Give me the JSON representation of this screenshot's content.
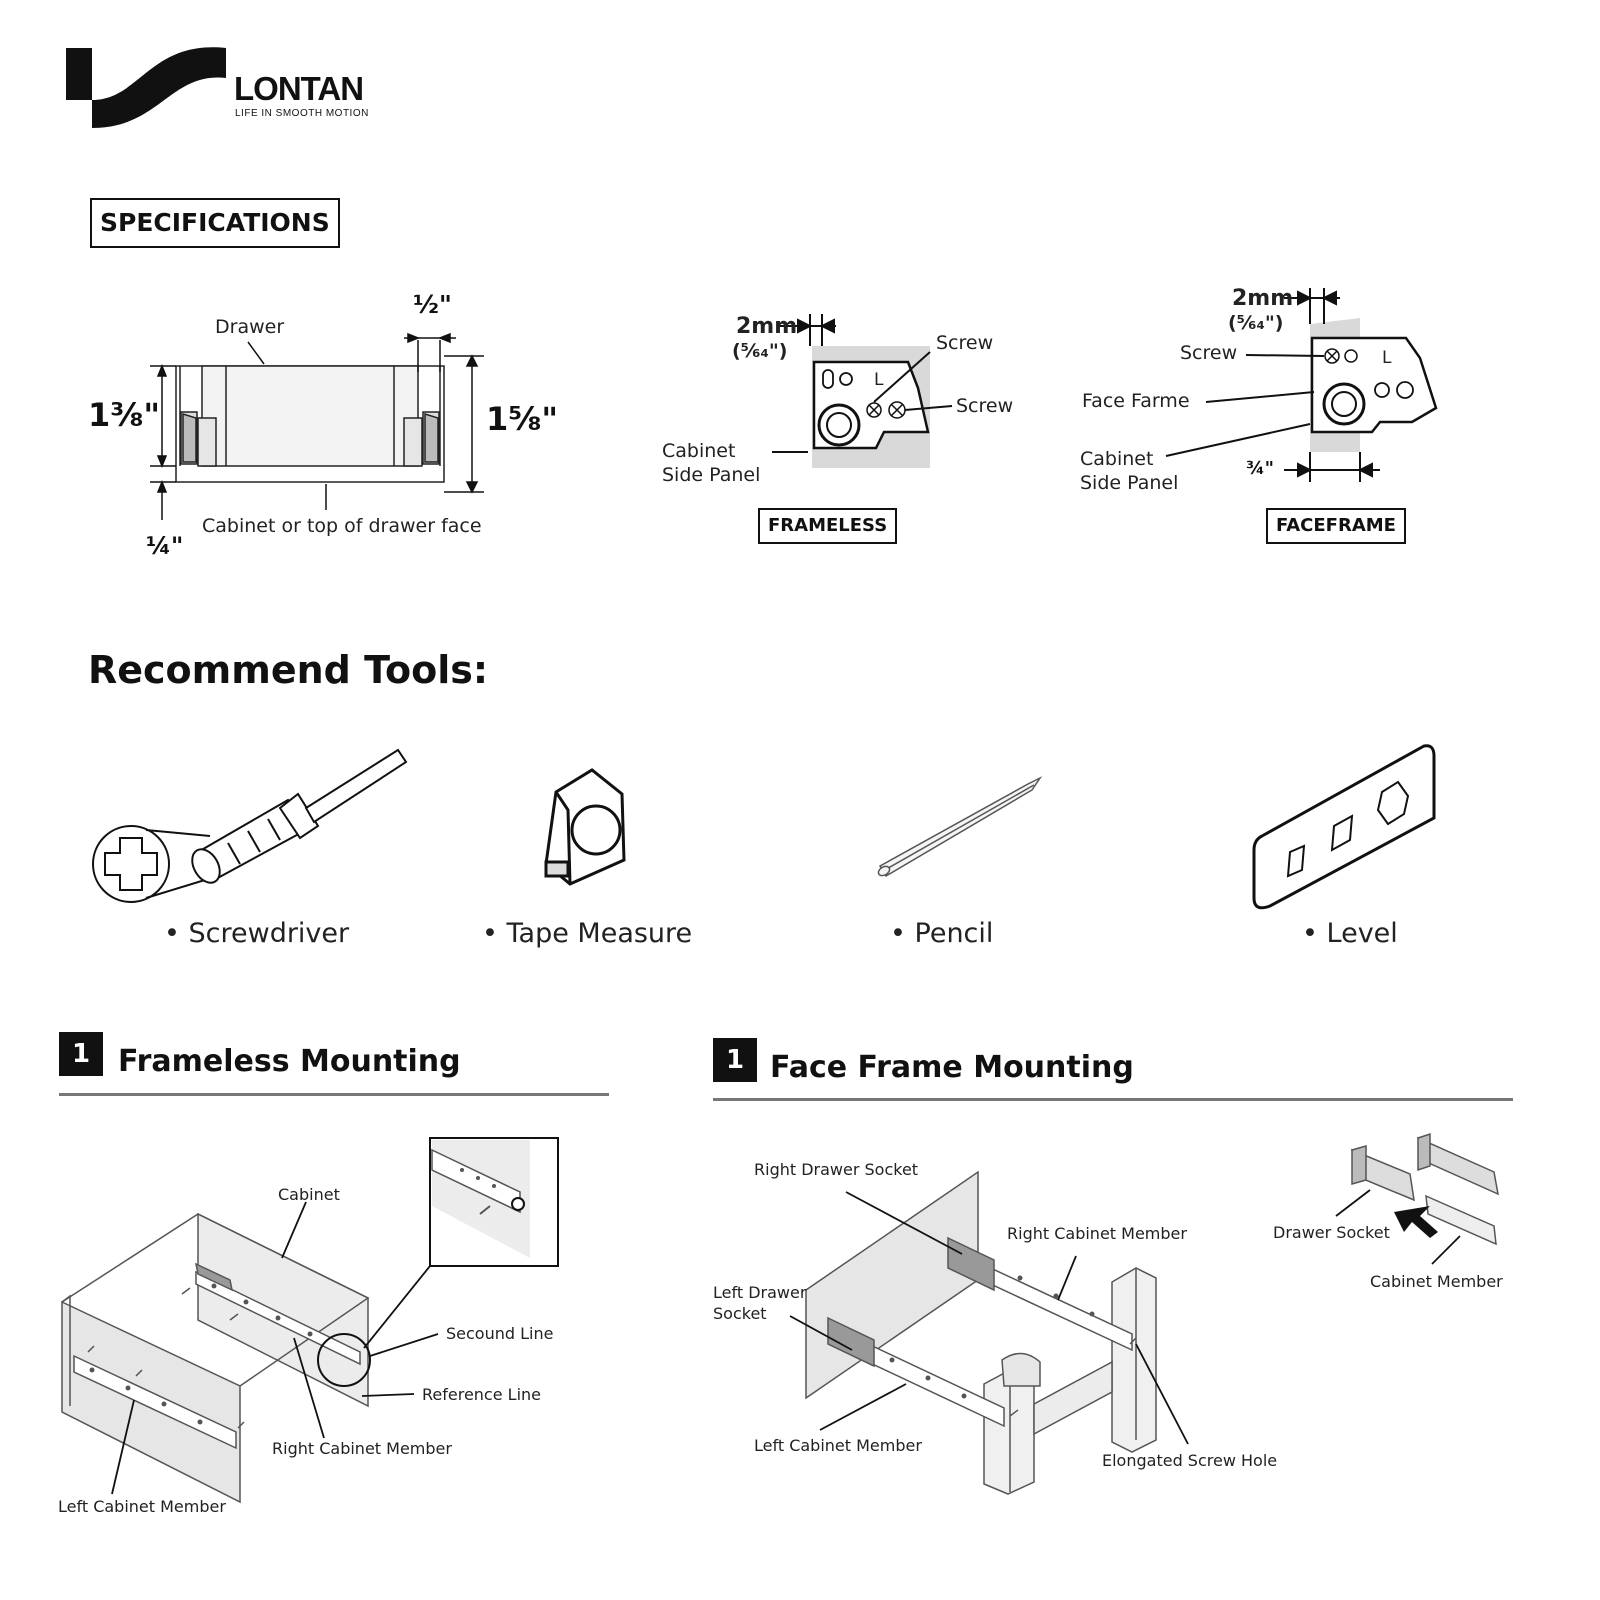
{
  "brand": {
    "name": "LONTAN",
    "tagline": "LIFE IN SMOOTH MOTION"
  },
  "specifications": {
    "title": "SPECIFICATIONS",
    "drawer_diagram": {
      "drawer_label": "Drawer",
      "top_gap": "½\"",
      "left_height": "1⅜\"",
      "right_height": "1⅝\"",
      "bottom_gap": "¼\"",
      "bottom_label": "Cabinet or top of drawer face"
    },
    "frameless": {
      "title": "FRAMELESS",
      "gap_mm": "2mm",
      "gap_in": "(⁵⁄₆₄\")",
      "screw_label_1": "Screw",
      "screw_label_2": "Screw",
      "side_panel_label_1": "Cabinet",
      "side_panel_label_2": "Side Panel",
      "slide_letter": "L"
    },
    "faceframe": {
      "title": "FACEFRAME",
      "gap_mm": "2mm",
      "gap_in": "(⁵⁄₆₄\")",
      "screw_label": "Screw",
      "face_frame_label": "Face Farme",
      "side_panel_label_1": "Cabinet",
      "side_panel_label_2": "Side Panel",
      "bottom_gap": "¾\"",
      "slide_letter": "L"
    }
  },
  "tools": {
    "title": "Recommend Tools:",
    "items": [
      {
        "label": "• Screwdriver",
        "icon": "screwdriver-icon"
      },
      {
        "label": "• Tape Measure",
        "icon": "tape-measure-icon"
      },
      {
        "label": "• Pencil",
        "icon": "pencil-icon"
      },
      {
        "label": "• Level",
        "icon": "level-icon"
      }
    ]
  },
  "steps": {
    "frameless": {
      "number": "1",
      "title": "Frameless Mounting",
      "labels": {
        "cabinet": "Cabinet",
        "second_line": "Secound Line",
        "reference_line": "Reference Line",
        "right_member": "Right Cabinet Member",
        "left_member": "Left Cabinet Member"
      }
    },
    "faceframe": {
      "number": "1",
      "title": "Face Frame Mounting",
      "labels": {
        "right_socket": "Right Drawer Socket",
        "right_member": "Right Cabinet Member",
        "left_socket_1": "Left Drawer",
        "left_socket_2": "Socket",
        "left_member": "Left Cabinet Member",
        "elongated_hole": "Elongated Screw Hole",
        "drawer_socket": "Drawer Socket",
        "cabinet_member": "Cabinet Member"
      }
    }
  }
}
